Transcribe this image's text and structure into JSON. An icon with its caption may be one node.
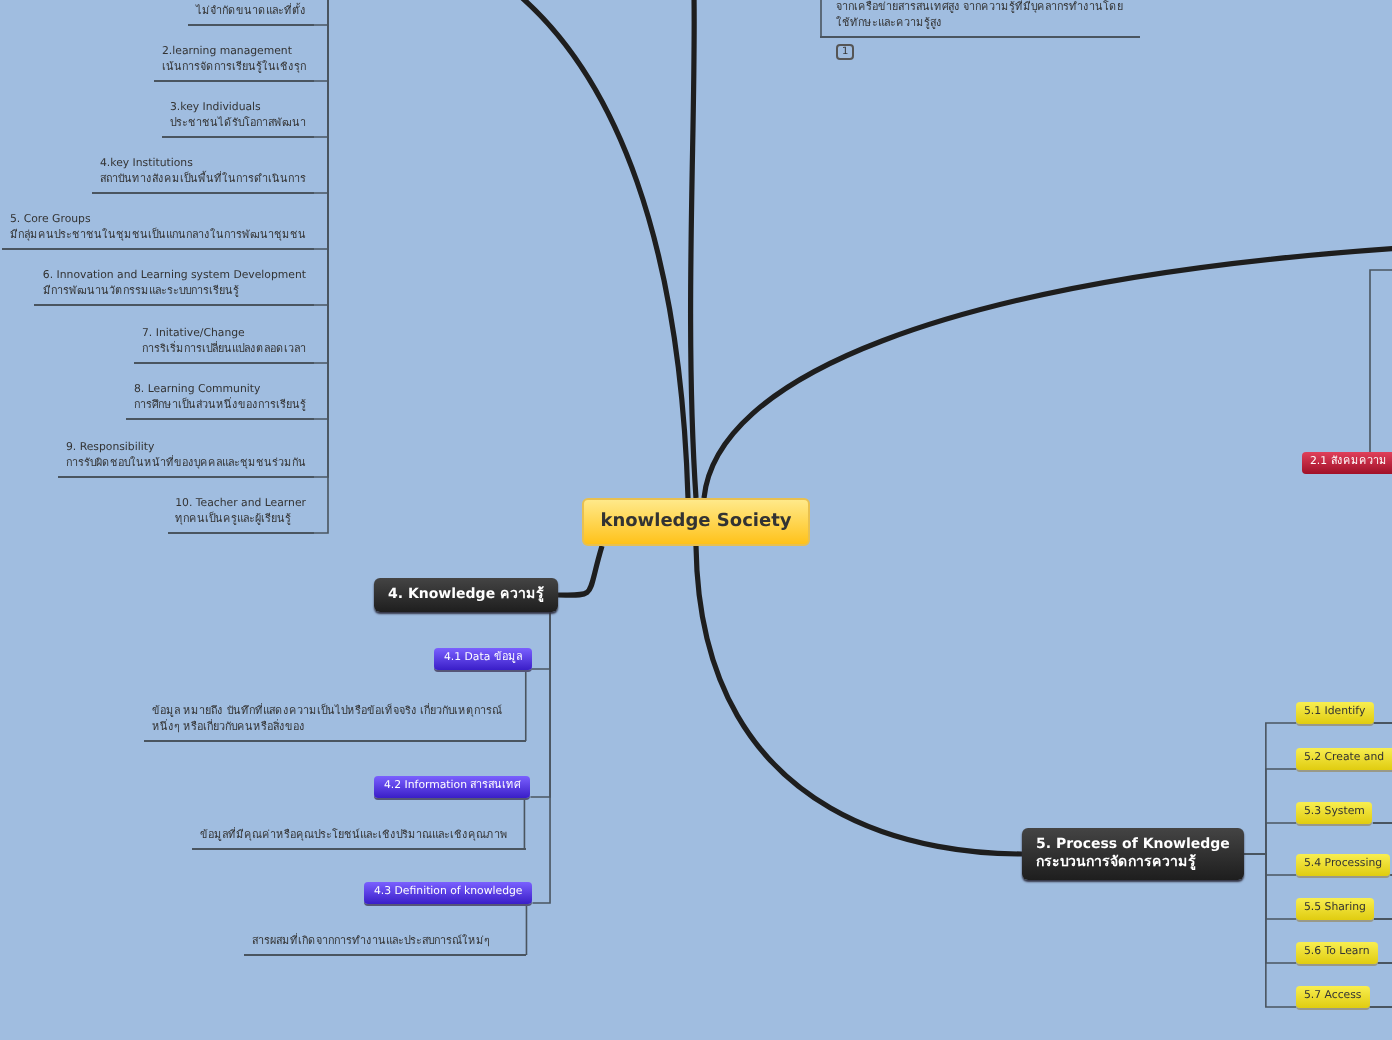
{
  "diagram": {
    "nodes": [
      {
        "text": [
          "knowledge Society"
        ]
      },
      {
        "text": [
          "ไม่จำกัดขนาดและที่ตั้ง"
        ]
      },
      {
        "text": [
          "2.learning management",
          "เน้นการจัดการเรียนรู้ในเชิงรุก"
        ]
      },
      {
        "text": [
          "3.key Individuals",
          "ประชาชนได้รับโอกาสพัฒนา"
        ]
      },
      {
        "text": [
          "4.key Institutions",
          "สถาบันทางสังคมเป็นพื้นที่ในการดำเนินการ"
        ]
      },
      {
        "text": [
          "5. Core Groups",
          "มีกลุ่มคนประชาชนในชุมชนเป็นแกนกลางในการพัฒนาชุมชน"
        ]
      },
      {
        "text": [
          "6. Innovation and Learning system Development",
          "มีการพัฒนานวัตกรรมและระบบการเรียนรู้"
        ]
      },
      {
        "text": [
          "7. Initative/Change",
          "การริเริ่มการเปลี่ยนแปลงตลอดเวลา"
        ]
      },
      {
        "text": [
          "8. Learning Community",
          "การศึกษาเป็นส่วนหนึ่งของการเรียนรู้"
        ]
      },
      {
        "text": [
          "9. Responsibility",
          "การรับผิดชอบในหน้าที่ของบุคคลและชุมชนร่วมกัน"
        ]
      },
      {
        "text": [
          "10. Teacher and Learner",
          "ทุกคนเป็นครูและผู้เรียนรู้"
        ]
      },
      {
        "text": [
          "จากเครือข่ายสารสนเทศสูง จากความรู้ที่มีบุคลากรทำงานโดยใช้ทักษะและความรู้สูง"
        ],
        "beside": [
          "1"
        ]
      },
      {
        "text": [
          "2.1 สังคมความ"
        ]
      },
      {
        "text": [
          "4. Knowledge ความรู้"
        ]
      },
      {
        "text": [
          "4.1 Data ข้อมูล"
        ]
      },
      {
        "text": [
          "ข้อมูล หมายถึง บันทึกที่แสดงความเป็นไปหรือข้อเท็จจริง เกี่ยวกับเหตุการณ์หนึ่งๆ หรือเกี่ยวกับคนหรือสิ่งของ"
        ]
      },
      {
        "text": [
          "4.2 Information สารสนเทศ"
        ]
      },
      {
        "text": [
          "ข้อมูลที่มีคุณค่าหรือคุณประโยชน์และเชิงปริมาณและเชิงคุณภาพ"
        ]
      },
      {
        "text": [
          "4.3 Definition of knowledge"
        ]
      },
      {
        "text": [
          "สารผสมที่เกิดจากการทำงานและประสบการณ์ใหม่ๆ"
        ]
      },
      {
        "text": [
          "5. Process of Knowledge",
          "กระบวนการจัดการความรู้"
        ]
      },
      {
        "text": [
          "5.1 Identify"
        ]
      },
      {
        "text": [
          "5.2 Create and"
        ]
      },
      {
        "text": [
          "5.3 System"
        ]
      },
      {
        "text": [
          "5.4 Processing"
        ]
      },
      {
        "text": [
          "5.5 Sharing"
        ]
      },
      {
        "text": [
          "5.6 To Learn"
        ]
      },
      {
        "text": [
          "5.7 Access"
        ]
      }
    ],
    "edges": [
      {
        "from": 0,
        "to": null,
        "arrow": "none",
        "style": "thick"
      },
      {
        "from": 0,
        "to": null,
        "arrow": "none",
        "style": "thick"
      },
      {
        "from": 0,
        "to": null,
        "arrow": "none",
        "style": "thick"
      },
      {
        "from": 0,
        "to": 13,
        "arrow": "none",
        "style": "thick"
      },
      {
        "from": 0,
        "to": 20,
        "arrow": "none",
        "style": "thick"
      },
      {
        "from": null,
        "to": 1,
        "arrow": "none"
      },
      {
        "from": null,
        "to": 2,
        "arrow": "none"
      },
      {
        "from": null,
        "to": 3,
        "arrow": "none"
      },
      {
        "from": null,
        "to": 4,
        "arrow": "none"
      },
      {
        "from": null,
        "to": 5,
        "arrow": "none"
      },
      {
        "from": null,
        "to": 6,
        "arrow": "none"
      },
      {
        "from": null,
        "to": 7,
        "arrow": "none"
      },
      {
        "from": null,
        "to": 8,
        "arrow": "none"
      },
      {
        "from": null,
        "to": 9,
        "arrow": "none"
      },
      {
        "from": null,
        "to": 10,
        "arrow": "none"
      },
      {
        "from": null,
        "to": 11,
        "arrow": "none"
      },
      {
        "from": null,
        "to": 12,
        "arrow": "none"
      },
      {
        "from": 13,
        "to": 14,
        "arrow": "none"
      },
      {
        "from": 13,
        "to": 16,
        "arrow": "none"
      },
      {
        "from": 13,
        "to": 18,
        "arrow": "none"
      },
      {
        "from": 14,
        "to": 15,
        "arrow": "none"
      },
      {
        "from": 16,
        "to": 17,
        "arrow": "none"
      },
      {
        "from": 18,
        "to": 19,
        "arrow": "none"
      },
      {
        "from": 20,
        "to": 21,
        "arrow": "none"
      },
      {
        "from": 20,
        "to": 22,
        "arrow": "none"
      },
      {
        "from": 20,
        "to": 23,
        "arrow": "none"
      },
      {
        "from": 20,
        "to": 24,
        "arrow": "none"
      },
      {
        "from": 20,
        "to": 25,
        "arrow": "none"
      },
      {
        "from": 20,
        "to": 26,
        "arrow": "none"
      },
      {
        "from": 20,
        "to": 27,
        "arrow": "none"
      }
    ]
  }
}
